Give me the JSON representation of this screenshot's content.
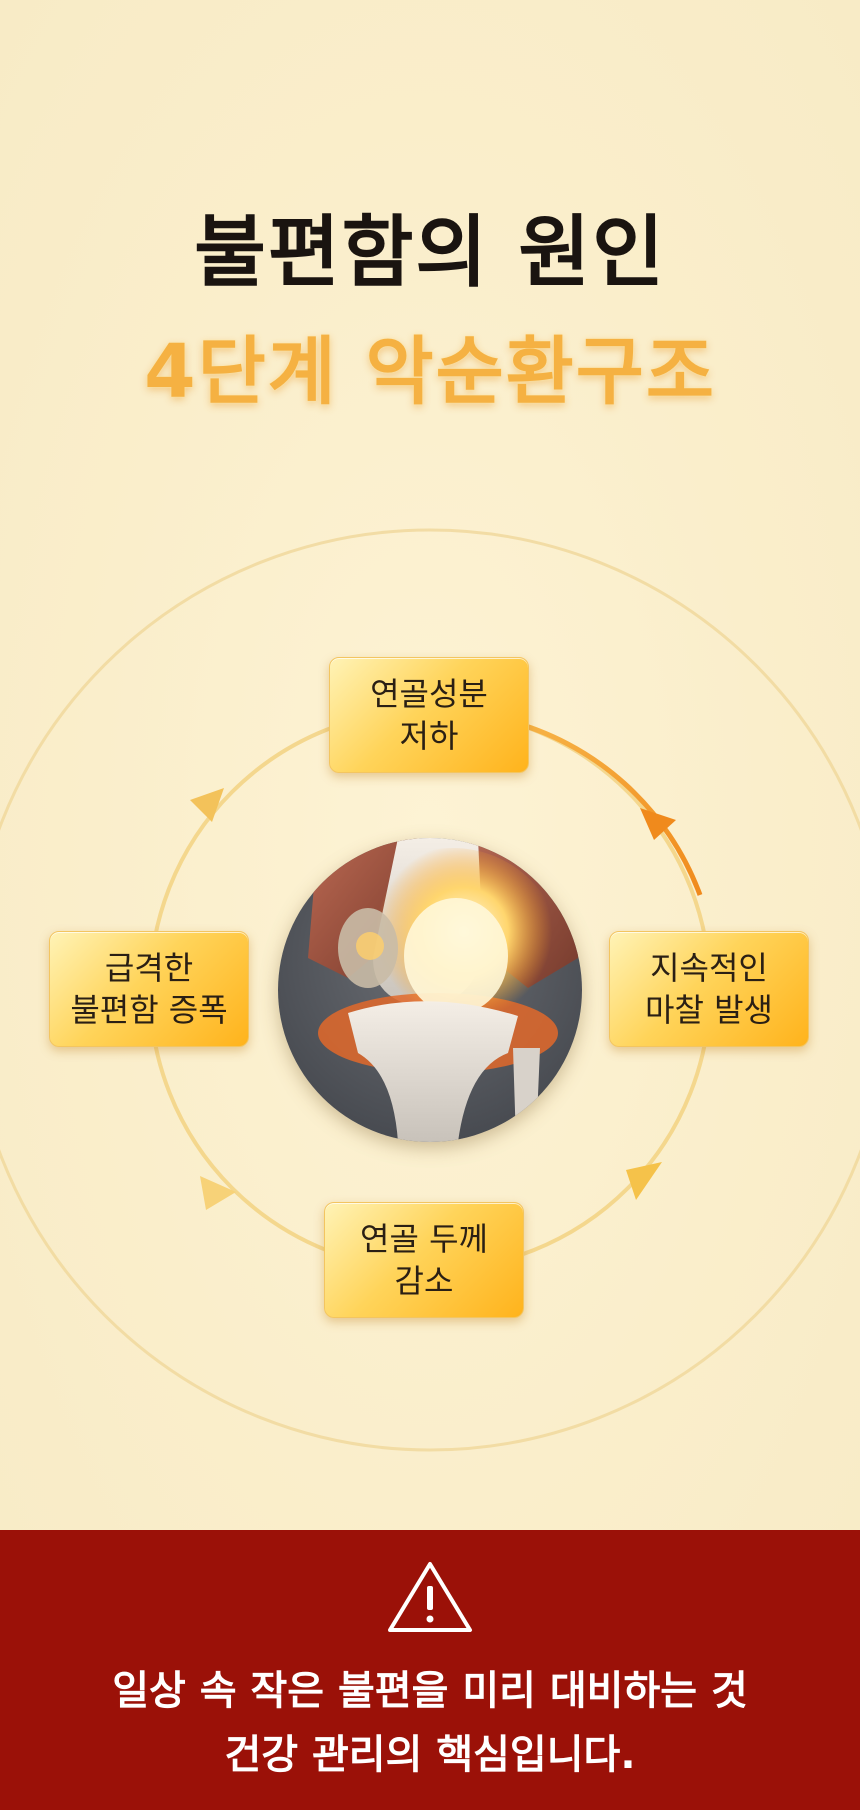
{
  "heading": {
    "line1": "불편함의 원인",
    "line2": "4단계 악순환구조"
  },
  "cycle": {
    "top": {
      "line1": "연골성분",
      "line2": "저하"
    },
    "right": {
      "line1": "지속적인",
      "line2": "마찰 발생"
    },
    "bottom": {
      "line1": "연골 두께",
      "line2": "감소"
    },
    "left": {
      "line1": "급격한",
      "line2": "불편함 증폭"
    }
  },
  "notice": {
    "line1": "일상 속 작은 불편을 미리 대비하는 것",
    "line2": "건강 관리의 핵심입니다."
  },
  "icons": {
    "warning": "warning-triangle-icon",
    "center_image": "knee-joint-illustration"
  },
  "colors": {
    "background": "#fbf2d6",
    "accent_orange": "#f5b142",
    "banner_red": "#9b1108"
  }
}
